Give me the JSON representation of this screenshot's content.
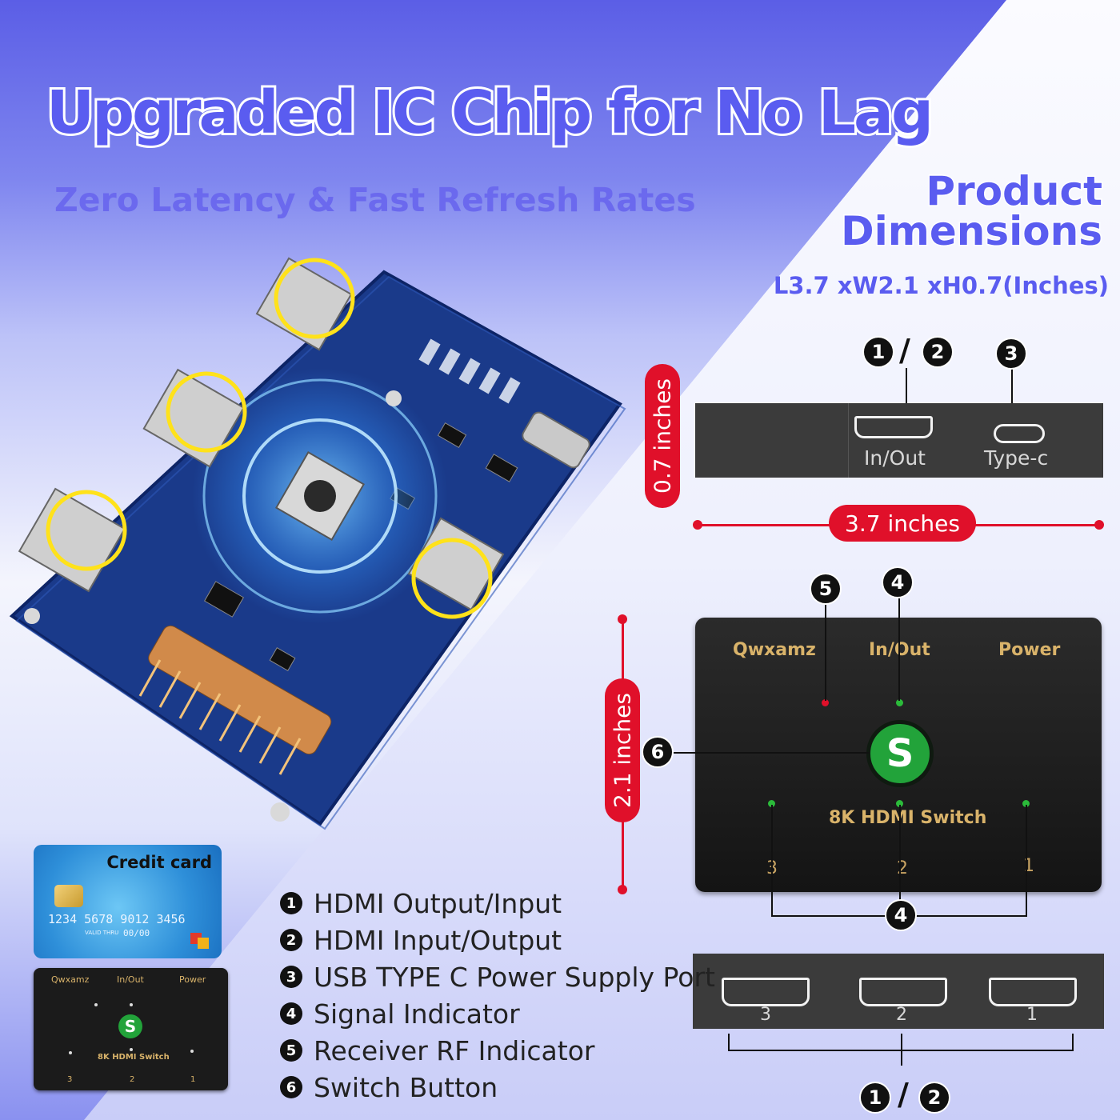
{
  "headline": "Upgraded IC Chip for No Lag",
  "subheadline": "Zero Latency & Fast Refresh Rates",
  "product_dimensions": {
    "title_line1": "Product",
    "title_line2": "Dimensions",
    "value": "L3.7 xW2.1 xH0.7(Inches)"
  },
  "side_view": {
    "port_labels": [
      "In/Out",
      "Type-c"
    ],
    "markers": [
      "1",
      "/",
      "2",
      "3"
    ],
    "height_label": "0.7 inches",
    "length_label": "3.7 inches"
  },
  "front_view": {
    "top_labels": [
      "Qwxamz",
      "In/Out",
      "Power"
    ],
    "device_name": "8K HDMI Switch",
    "button_letter": "S",
    "port_numbers": [
      "3",
      "2",
      "1"
    ],
    "markers": [
      "5",
      "4",
      "6",
      "4"
    ],
    "width_label": "2.1 inches"
  },
  "bottom_view": {
    "port_numbers": [
      "3",
      "2",
      "1"
    ],
    "markers": [
      "1",
      "/",
      "2"
    ]
  },
  "legend": [
    {
      "num": "1",
      "text": "HDMI Output/Input"
    },
    {
      "num": "2",
      "text": "HDMI Input/Output"
    },
    {
      "num": "3",
      "text": "USB TYPE C Power Supply Port"
    },
    {
      "num": "4",
      "text": "Signal Indicator"
    },
    {
      "num": "5",
      "text": "Receiver RF Indicator"
    },
    {
      "num": "6",
      "text": "Switch Button"
    }
  ],
  "credit_card": {
    "title": "Credit card",
    "number": "1234 5678 9012 3456",
    "valid_label": "VALID THRU",
    "expiry": "00/00"
  },
  "mini_device": {
    "labels": [
      "Qwxamz",
      "In/Out",
      "Power"
    ],
    "button_letter": "S",
    "name": "8K HDMI Switch",
    "ports": [
      "3",
      "2",
      "1"
    ]
  },
  "colors": {
    "accent": "#5a5cf0",
    "red_badge": "#e0102a",
    "button_green": "#22a33a",
    "label_gold": "#d9b36a"
  }
}
